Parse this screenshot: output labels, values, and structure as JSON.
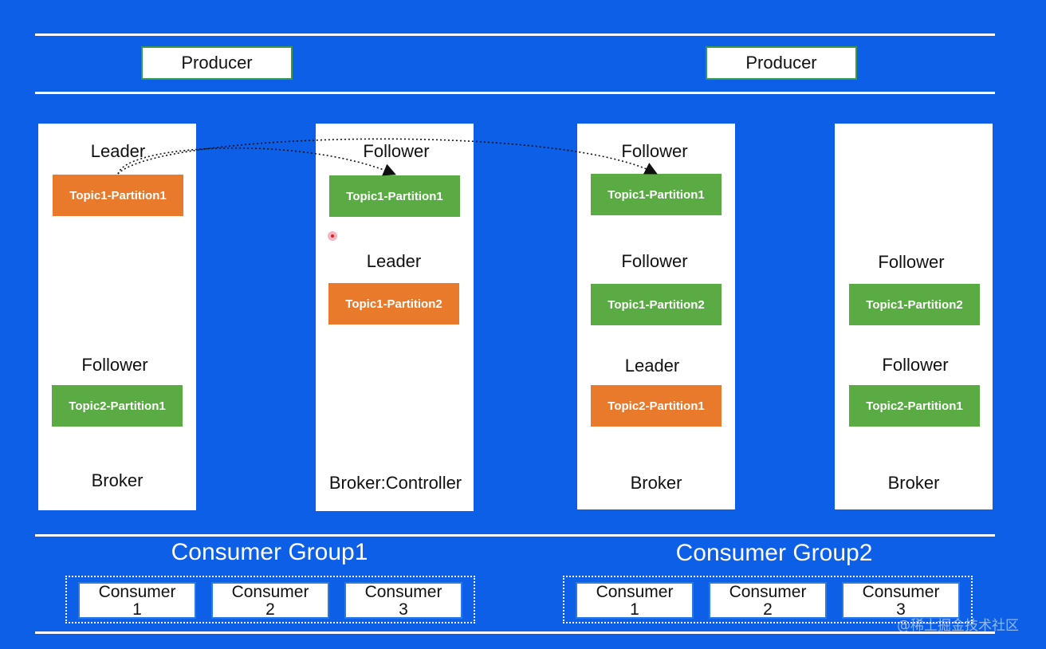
{
  "producers": [
    "Producer",
    "Producer"
  ],
  "brokers": [
    {
      "label": "Broker",
      "partitions": [
        {
          "role": "Leader",
          "name": "Topic1-Partition1",
          "kind": "leader"
        },
        {
          "role": "Follower",
          "name": "Topic2-Partition1",
          "kind": "follower"
        }
      ]
    },
    {
      "label": "Broker:Controller",
      "partitions": [
        {
          "role": "Follower",
          "name": "Topic1-Partition1",
          "kind": "follower"
        },
        {
          "role": "Leader",
          "name": "Topic1-Partition2",
          "kind": "leader"
        }
      ]
    },
    {
      "label": "Broker",
      "partitions": [
        {
          "role": "Follower",
          "name": "Topic1-Partition1",
          "kind": "follower"
        },
        {
          "role": "Follower",
          "name": "Topic1-Partition2",
          "kind": "follower"
        },
        {
          "role": "Leader",
          "name": "Topic2-Partition1",
          "kind": "leader"
        }
      ]
    },
    {
      "label": "Broker",
      "partitions": [
        {
          "role": "Follower",
          "name": "Topic1-Partition2",
          "kind": "follower"
        },
        {
          "role": "Follower",
          "name": "Topic2-Partition1",
          "kind": "follower"
        }
      ]
    }
  ],
  "consumer_groups": [
    {
      "title": "Consumer Group1",
      "consumers": [
        [
          "Consumer",
          "1"
        ],
        [
          "Consumer",
          "2"
        ],
        [
          "Consumer",
          "3"
        ]
      ]
    },
    {
      "title": "Consumer Group2",
      "consumers": [
        [
          "Consumer",
          "1"
        ],
        [
          "Consumer",
          "2"
        ],
        [
          "Consumer",
          "3"
        ]
      ]
    }
  ],
  "watermark": "@稀土掘金技术社区",
  "colors": {
    "background": "#0c5fe6",
    "leader_partition": "#e97a2b",
    "follower_partition": "#5aab43"
  }
}
